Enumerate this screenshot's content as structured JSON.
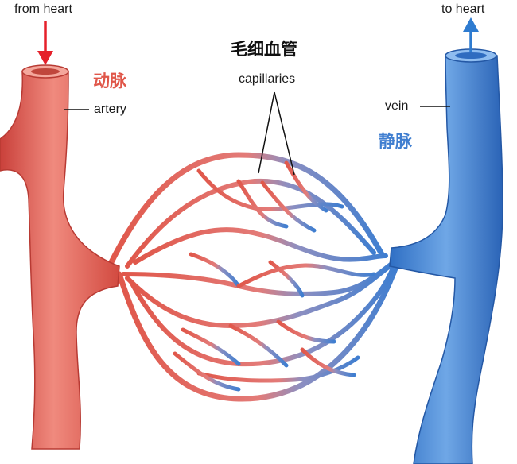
{
  "labels": {
    "from_heart": "from heart",
    "to_heart": "to heart",
    "artery_cn": "动脉",
    "artery_en": "artery",
    "capillaries_cn": "毛细血管",
    "capillaries_en": "capillaries",
    "vein_en": "vein",
    "vein_cn": "静脉"
  },
  "colors": {
    "artery": "#e0574a",
    "vein": "#3f7ed0",
    "arrow_in": "#e5202a",
    "arrow_out": "#2e7bd0",
    "artery_label": "#e0574a",
    "vein_label": "#3f7ed0"
  }
}
